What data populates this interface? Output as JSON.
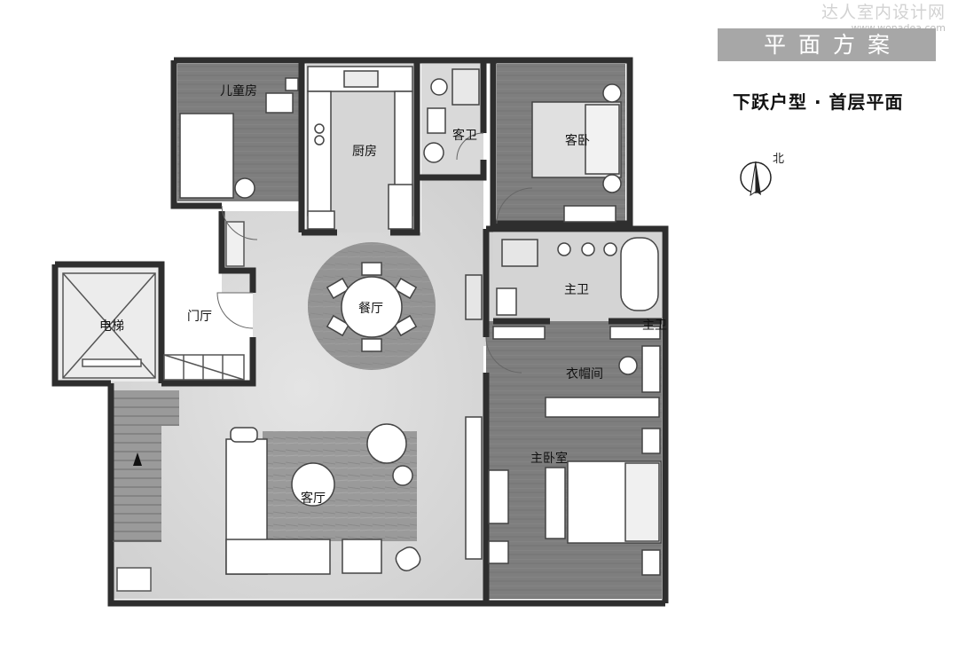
{
  "watermark": {
    "brand": "达人室内设计网",
    "url": "www.wonadea.com"
  },
  "header": {
    "banner": "平面方案",
    "subtitle": "下跃户型 · 首层平面"
  },
  "compass": {
    "label": "北",
    "icon": "north-arrow-icon"
  },
  "rooms": {
    "kids_room": "儿童房",
    "kitchen": "厨房",
    "guest_bath": "客卫",
    "guest_bedroom": "客卧",
    "elevator": "电梯",
    "foyer": "门厅",
    "dining": "餐厅",
    "master_bath": "主卫",
    "master_bath_2": "主卫",
    "cloakroom": "衣帽间",
    "master_bedroom": "主卧室",
    "living_room": "客厅"
  },
  "colors": {
    "wall": "#2e2e2e",
    "stone_floor": "#d8d8d8",
    "wood_floor": "#7b7b7b",
    "rug": "#9c9c9c",
    "banner": "#a7a7a7"
  }
}
